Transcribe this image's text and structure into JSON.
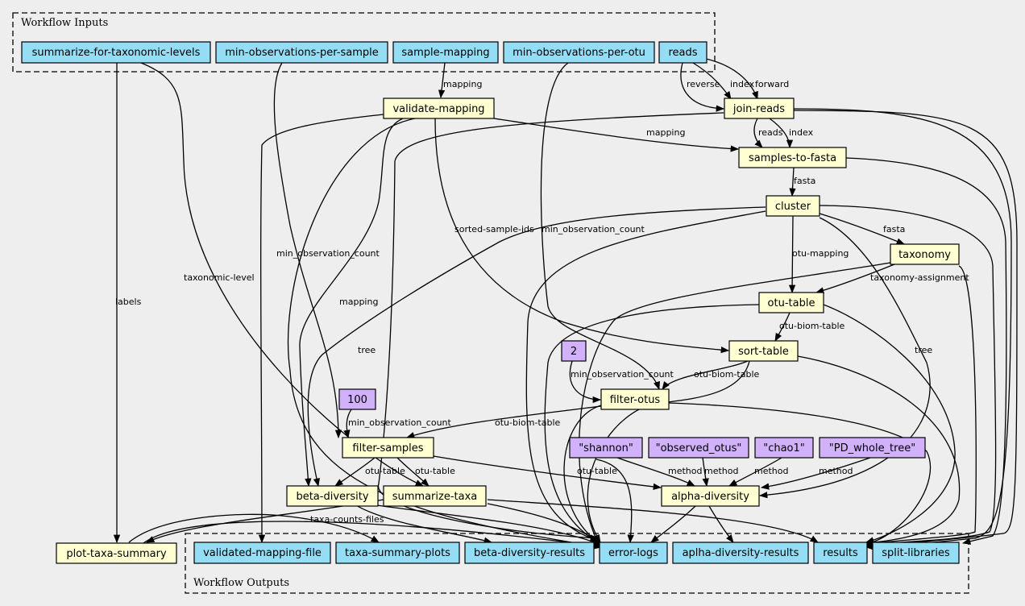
{
  "clusters": {
    "inputs": "Workflow Inputs",
    "outputs": "Workflow Outputs"
  },
  "inputs": {
    "summarize": "summarize-for-taxonomic-levels",
    "min_obs_sample": "min-observations-per-sample",
    "sample_mapping": "sample-mapping",
    "min_obs_otu": "min-observations-per-otu",
    "reads": "reads"
  },
  "steps": {
    "validate_mapping": "validate-mapping",
    "join_reads": "join-reads",
    "samples_to_fasta": "samples-to-fasta",
    "cluster": "cluster",
    "taxonomy": "taxonomy",
    "otu_table": "otu-table",
    "sort_table": "sort-table",
    "filter_otus": "filter-otus",
    "filter_samples": "filter-samples",
    "beta_diversity": "beta-diversity",
    "summarize_taxa": "summarize-taxa",
    "alpha_diversity": "alpha-diversity",
    "plot_taxa_summary": "plot-taxa-summary"
  },
  "params": {
    "two": "2",
    "hundred": "100",
    "shannon": "\"shannon\"",
    "observed_otus": "\"observed_otus\"",
    "chao1": "\"chao1\"",
    "pd_whole_tree": "\"PD_whole_tree\""
  },
  "outputs": {
    "validated_mapping_file": "validated-mapping-file",
    "taxa_summary_plots": "taxa-summary-plots",
    "beta_diversity_results": "beta-diversity-results",
    "error_logs": "error-logs",
    "alpha_diversity_results": "aplha-diversity-results",
    "results": "results",
    "split_libraries": "split-libraries"
  },
  "edge_labels": {
    "mapping_to_validate": "mapping",
    "reverse": "reverse",
    "index": "index",
    "forward": "forward",
    "mapping_to_stf": "mapping",
    "reads": "reads",
    "index2": "index",
    "fasta": "fasta",
    "fasta2": "fasta",
    "labels": "labels",
    "taxonomic_level": "taxonomic-level",
    "min_obs_count_samples": "min_observation_count",
    "mapping_to_beta": "mapping",
    "sorted_sample_ids": "sorted-sample-ids",
    "min_obs_count_otus": "min_observation_count",
    "otu_mapping": "otu-mapping",
    "taxonomy_assignment": "taxonomy-assignment",
    "otu_biom_table": "otu-biom-table",
    "tree": "tree",
    "tree2": "tree",
    "min_obs_count_two": "min_observation_count",
    "otu_biom_table2": "otu-biom-table",
    "min_obs_count_hundred": "min_observation_count",
    "otu_biom_table3": "otu-biom-table",
    "otu_table_beta": "otu-table",
    "otu_table_sum": "otu-table",
    "otu_table_alpha": "otu-table",
    "method1": "method",
    "method2": "method",
    "method3": "method",
    "method4": "method",
    "taxa_counts_files": "taxa-counts-files"
  }
}
